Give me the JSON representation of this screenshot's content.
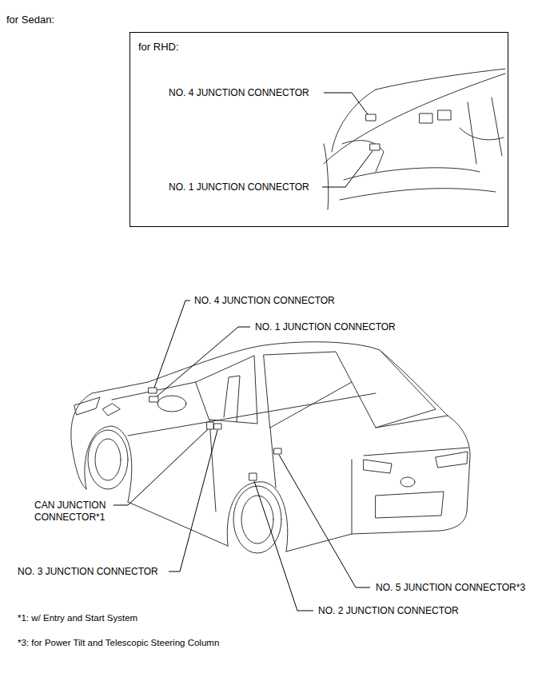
{
  "diagram": {
    "title": "for Sedan:",
    "nodes": [
      {
        "text": [
          "for RHD:"
        ]
      }
    ],
    "labels": [
      "NO. 4 JUNCTION CONNECTOR",
      "NO. 1 JUNCTION CONNECTOR",
      "NO. 4 JUNCTION CONNECTOR",
      "NO. 1 JUNCTION CONNECTOR",
      "CAN JUNCTION CONNECTOR*1",
      "NO. 3 JUNCTION CONNECTOR",
      "NO. 5 JUNCTION CONNECTOR*3",
      "NO. 2 JUNCTION CONNECTOR",
      "*1: w/ Entry and Start System",
      "*3: for Power Tilt and Telescopic Steering Column"
    ]
  }
}
